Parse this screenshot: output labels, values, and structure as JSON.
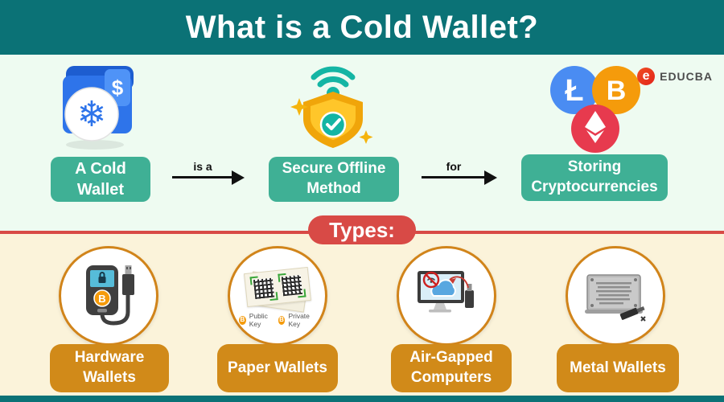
{
  "header": {
    "title": "What is a Cold Wallet?"
  },
  "brand": {
    "name": "EDUCBA",
    "logo_letter": "e",
    "logo_color": "#e2231a"
  },
  "definition_flow": {
    "subject": "A Cold Wallet",
    "connector1": "is a",
    "method": "Secure Offline Method",
    "connector2": "for",
    "purpose": "Storing Cryptocurrencies"
  },
  "symbols": {
    "dollar": "$",
    "snowflake": "❄",
    "litecoin": "Ł",
    "bitcoin": "B"
  },
  "types": {
    "heading": "Types:",
    "items": [
      {
        "label": "Hardware Wallets",
        "icon": "hardware-wallet-icon"
      },
      {
        "label": "Paper Wallets",
        "icon": "paper-wallet-icon",
        "public_key_label": "Public Key",
        "private_key_label": "Private Key"
      },
      {
        "label": "Air-Gapped Computers",
        "icon": "air-gapped-computer-icon"
      },
      {
        "label": "Metal Wallets",
        "icon": "metal-wallet-icon"
      }
    ]
  },
  "colors": {
    "header_teal": "#0b7276",
    "definition_bg": "#eefbf1",
    "types_bg": "#fbf3da",
    "green_button": "#3fb095",
    "red_accent": "#d84a46",
    "orange_button": "#d18a19",
    "circle_border": "#d1841a",
    "wallet_blue": "#2e74ea",
    "shield_gold": "#f0a50a",
    "wifi_teal": "#14b5a4",
    "litecoin_blue": "#4a8cf2",
    "bitcoin_orange": "#f59b0b",
    "ethereum_red": "#e73a4e"
  }
}
